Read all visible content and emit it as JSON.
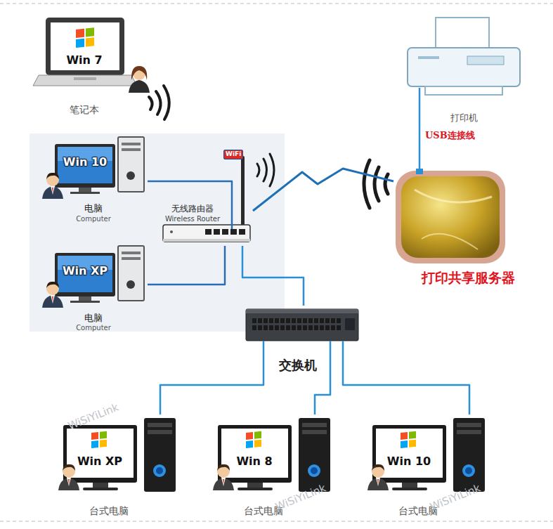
{
  "diagram": {
    "nodes": [
      {
        "text": [
          "Win 7",
          "笔记本"
        ]
      },
      {
        "text": [
          "Win 10",
          "电脑",
          "Computer"
        ]
      },
      {
        "text": [
          "Win XP",
          "电脑",
          "Computer"
        ]
      },
      {
        "text": [
          "无线路由器",
          "Wireless Router"
        ]
      },
      {
        "text": [
          "打印机"
        ]
      },
      {
        "text": [
          "打印共享服务器"
        ]
      },
      {
        "text": [
          "交换机"
        ]
      },
      {
        "text": [
          "Win XP",
          "台式电脑"
        ]
      },
      {
        "text": [
          "Win 8",
          "台式电脑"
        ]
      },
      {
        "text": [
          "Win 10",
          "台式电脑"
        ]
      }
    ],
    "edges": [
      {
        "from": 1,
        "to": 3,
        "arrow": "none"
      },
      {
        "from": 2,
        "to": 3,
        "arrow": "none"
      },
      {
        "from": 3,
        "to": 6,
        "arrow": "none"
      },
      {
        "from": 3,
        "to": 5,
        "arrow": "none"
      },
      {
        "from": 4,
        "to": 5,
        "label": "USB连接线",
        "arrow": "none"
      },
      {
        "from": 6,
        "to": 7,
        "arrow": "none"
      },
      {
        "from": 6,
        "to": 8,
        "arrow": "none"
      },
      {
        "from": 6,
        "to": 9,
        "arrow": "none"
      }
    ],
    "labels": [
      "WiFi",
      "WiSiYiLink",
      "WiSiYiLink",
      "WiSiYiLink"
    ]
  }
}
